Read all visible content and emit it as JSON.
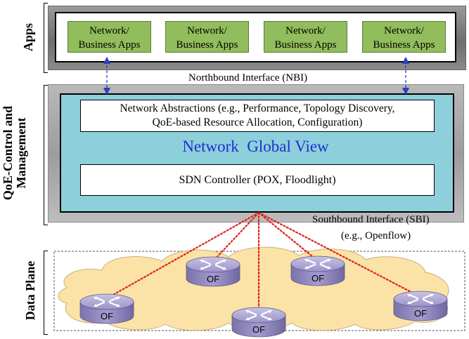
{
  "layers": {
    "apps": "Apps",
    "control": "QoE-Control and Management",
    "data": "Data Plane"
  },
  "apps": [
    {
      "line1": "Network/",
      "line2": "Business Apps"
    },
    {
      "line1": "Network/",
      "line2": "Business Apps"
    },
    {
      "line1": "Network/",
      "line2": "Business Apps"
    },
    {
      "line1": "Network/",
      "line2": "Business Apps"
    }
  ],
  "northbound": "Northbound Interface (NBI)",
  "abstractions": {
    "line1": "Network Abstractions (e.g., Performance, Topology Discovery,",
    "line2": "QoE-based Resource Allocation, Configuration)"
  },
  "global_view": "Network  Global View",
  "controller": "SDN Controller (POX, Floodlight)",
  "southbound": {
    "line1": "Southbound Interface (SBI)",
    "line2": "(e.g., Openflow)"
  },
  "switch_label": "OF",
  "colors": {
    "app_box": "#91bd5c",
    "control_inner": "#8dd0dc",
    "global_view_text": "#1f2ed0",
    "cloud": "#fbe3a7",
    "router": "#8a82b4",
    "link": "#e0201a",
    "nbi_arrow": "#2a3fc4"
  }
}
